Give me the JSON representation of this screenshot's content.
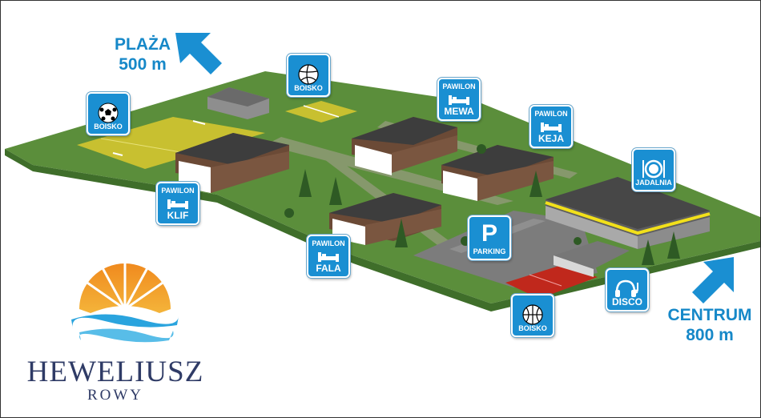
{
  "directions": {
    "beach": {
      "name": "PLAŻA",
      "distance": "500 m"
    },
    "center": {
      "name": "CENTRUM",
      "distance": "800 m"
    }
  },
  "markers": {
    "boisko_soccer": {
      "label": "BOISKO",
      "icon": "soccer-ball-icon"
    },
    "boisko_volley": {
      "label": "BOISKO",
      "icon": "volleyball-icon"
    },
    "boisko_basket": {
      "label": "BOISKO",
      "icon": "basketball-icon"
    },
    "mewa": {
      "prefix": "PAWILON",
      "label": "MEWA",
      "icon": "bed-icon"
    },
    "keja": {
      "prefix": "PAWILON",
      "label": "KEJA",
      "icon": "bed-icon"
    },
    "klif": {
      "prefix": "PAWILON",
      "label": "KLIF",
      "icon": "bed-icon"
    },
    "fala": {
      "prefix": "PAWILON",
      "label": "FALA",
      "icon": "bed-icon"
    },
    "jadalnia": {
      "label": "JADALNIA",
      "icon": "plate-cutlery-icon"
    },
    "parking": {
      "glyph": "P",
      "label": "PARKING",
      "icon": "parking-icon"
    },
    "disco": {
      "label": "DISCO",
      "icon": "headphones-music-icon"
    }
  },
  "logo": {
    "name": "HEWELIUSZ",
    "subtitle": "ROWY"
  },
  "colors": {
    "accent": "#1a8fd2",
    "grass": "#5a8f3a",
    "pitch": "#c8c030",
    "court": "#c0281c",
    "roof": "#4a4a4a",
    "logo_text": "#2f3b66"
  }
}
